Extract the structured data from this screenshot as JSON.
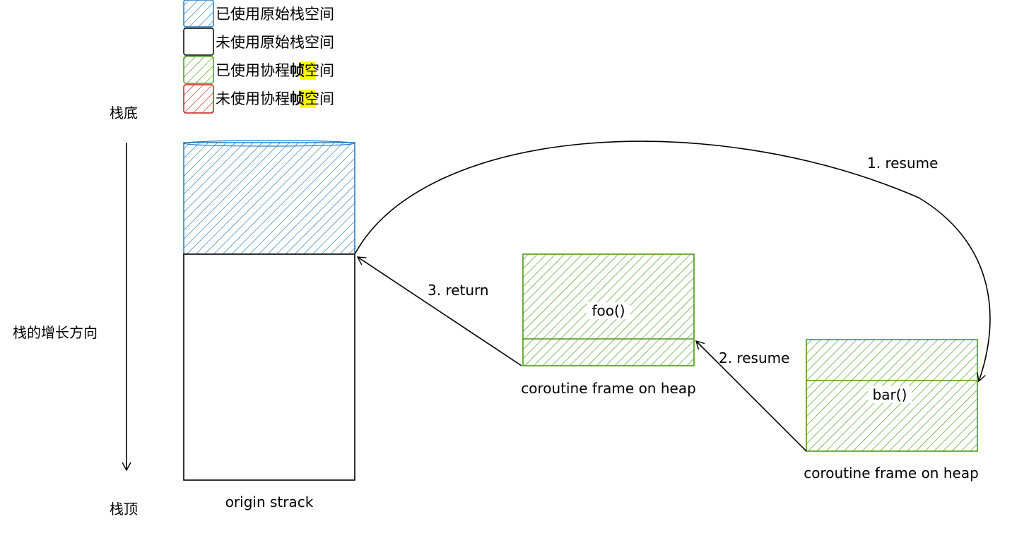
{
  "colors": {
    "used_original": "#1f78c1",
    "unused_original": "#000000",
    "used_frame": "#4a9a16",
    "unused_frame": "#c0201b",
    "highlight": "#ffff00"
  },
  "legend": [
    {
      "key": "used_original",
      "text": "已使用原始栈空间"
    },
    {
      "key": "unused_original",
      "text": "未使用原始栈空间"
    },
    {
      "key": "used_frame",
      "prefix": "已使用协程",
      "highlight": "帧",
      "suffix": "空间"
    },
    {
      "key": "unused_frame",
      "prefix": "未使用协程",
      "highlight": "帧",
      "suffix": "空间"
    }
  ],
  "axis": {
    "top_label": "栈底",
    "bottom_label": "栈顶",
    "direction_label": "栈的增长方向"
  },
  "stack": {
    "caption": "origin strack"
  },
  "foo_frame": {
    "name": "foo()",
    "caption": "coroutine frame on heap"
  },
  "bar_frame": {
    "name": "bar()",
    "caption": "coroutine frame on heap"
  },
  "arrows": {
    "resume1": "1. resume",
    "resume2": "2. resume",
    "return3": "3. return"
  }
}
